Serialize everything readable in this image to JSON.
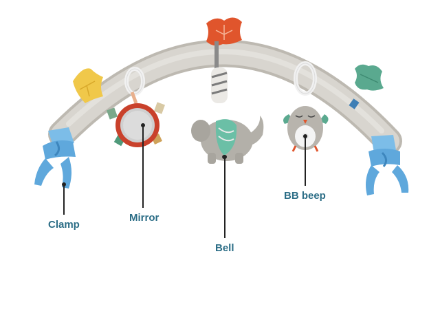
{
  "labels": {
    "clamp": "Clamp",
    "mirror": "Mirror",
    "bell": "Bell",
    "bb_beep": "BB beep"
  },
  "colors": {
    "label_text": "#2b6d86",
    "callout_line": "#222222",
    "arch": "#c9c5bd",
    "clamp": "#5fa8dc",
    "accent_orange": "#e0552c",
    "accent_yellow": "#f0c84a",
    "accent_teal": "#5aa98f"
  }
}
